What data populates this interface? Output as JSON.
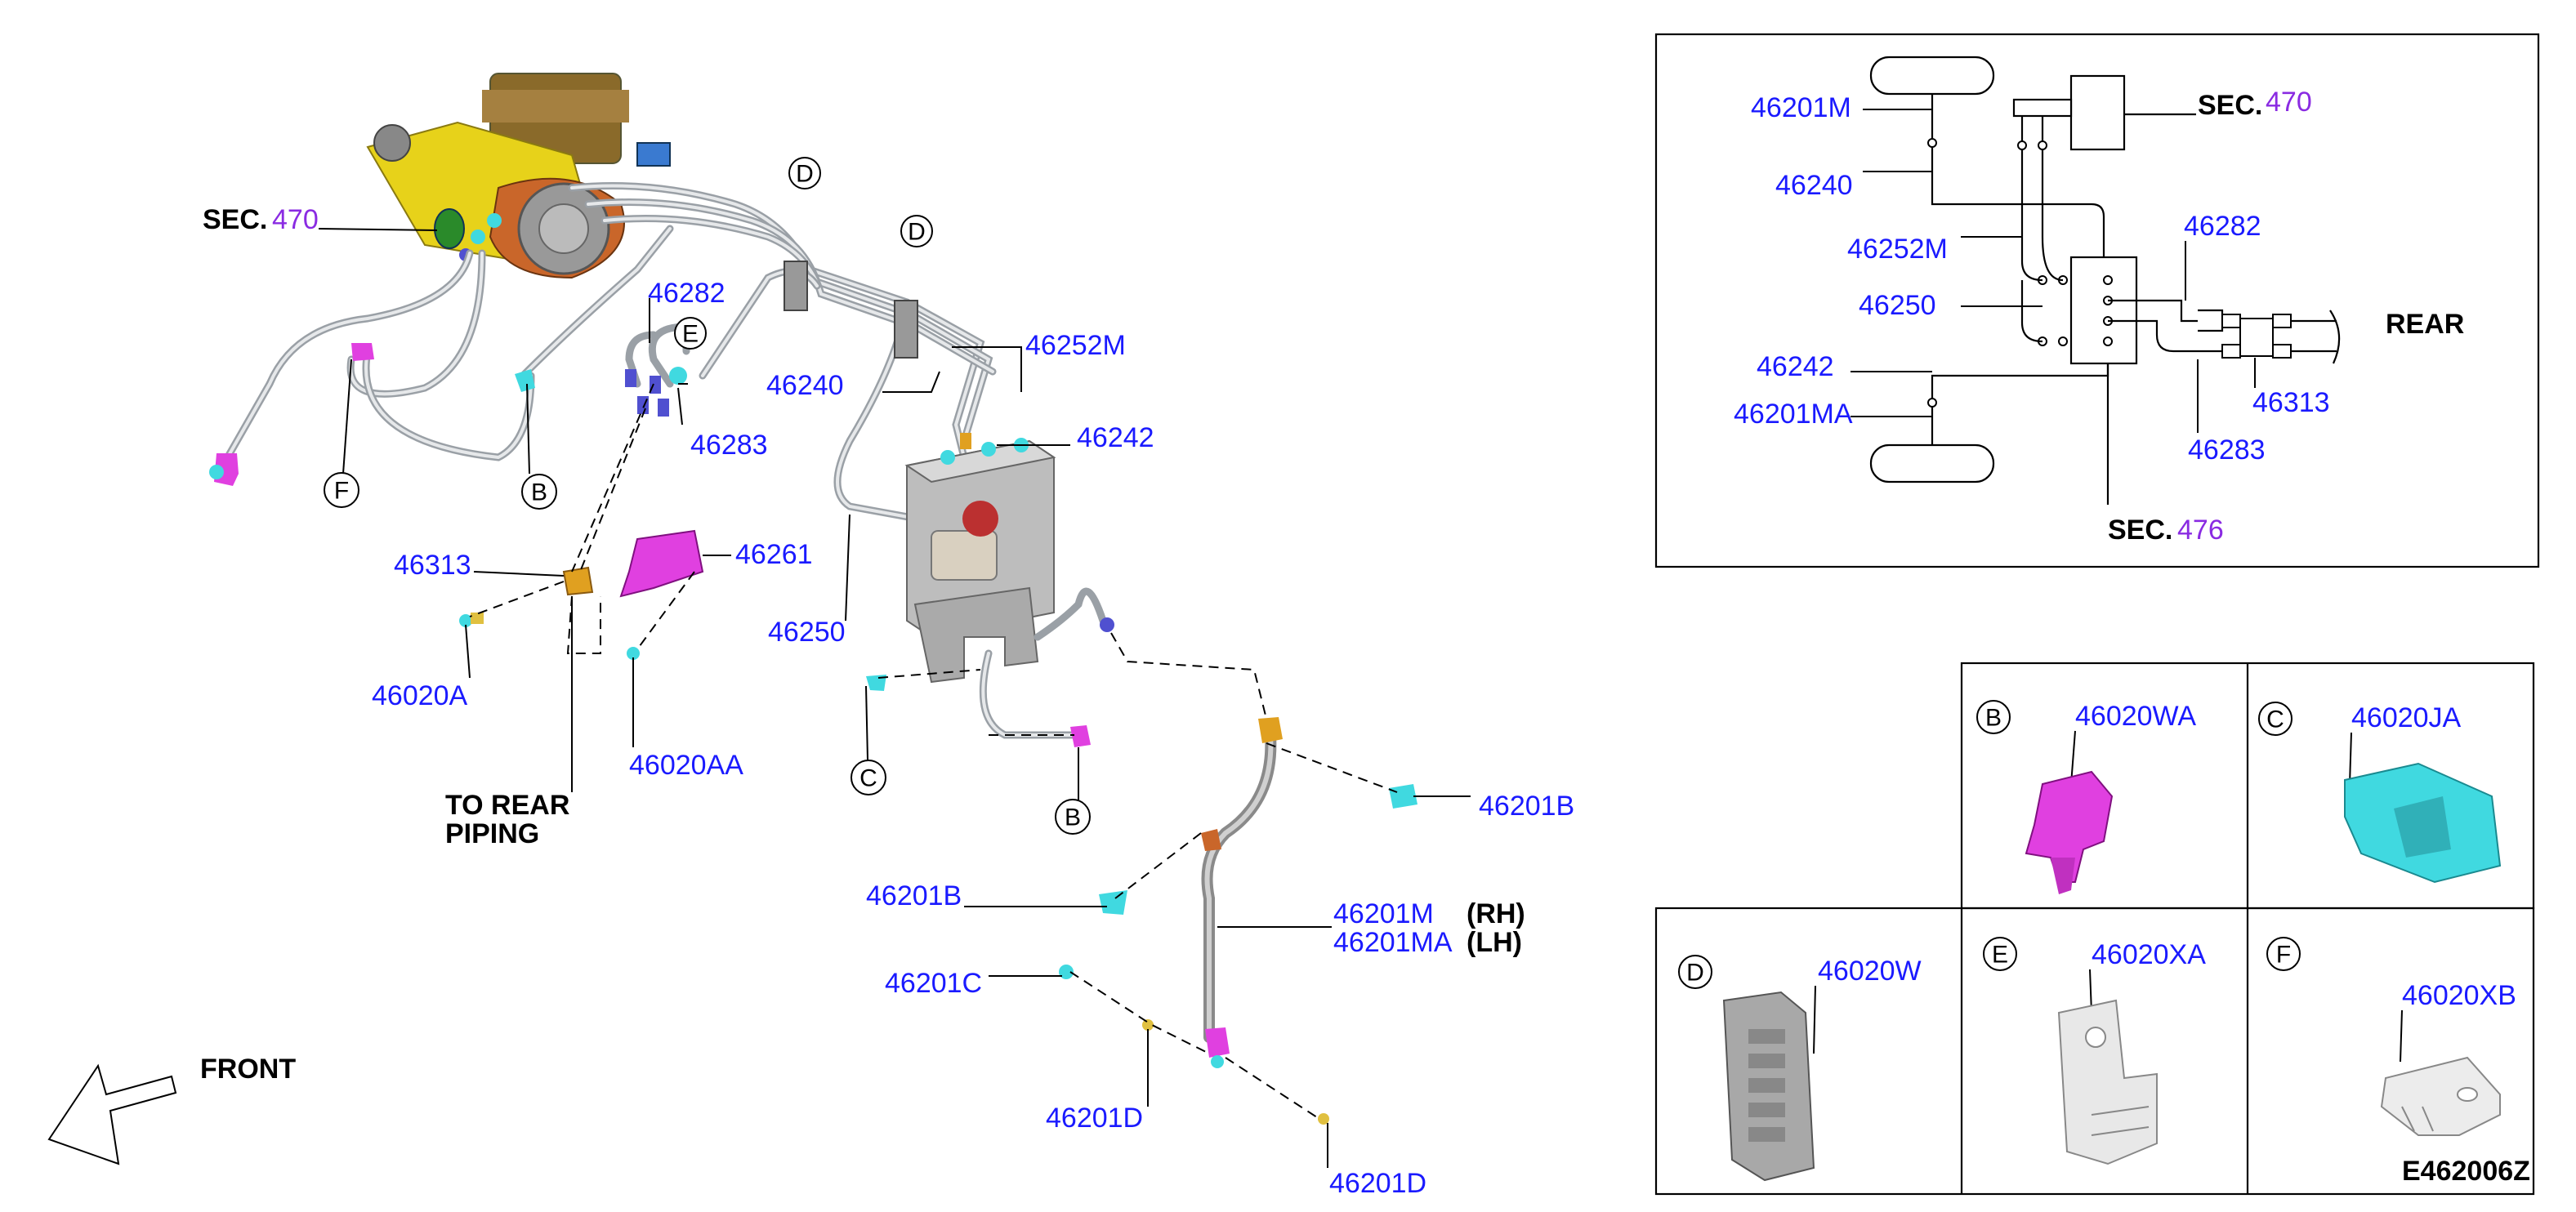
{
  "main": {
    "sec_470": {
      "prefix": "SEC.",
      "num": "470"
    },
    "labels": {
      "l46282": "46282",
      "l46283": "46283",
      "l46240": "46240",
      "l46252M": "46252M",
      "l46242": "46242",
      "l46313": "46313",
      "l46261": "46261",
      "l46250": "46250",
      "l46020A": "46020A",
      "l46020AA": "46020AA",
      "l46201B_right": "46201B",
      "l46201B_left": "46201B",
      "l46201M": "46201M",
      "l46201MA": "46201MA",
      "rh": "(RH)",
      "lh": "(LH)",
      "l46201C": "46201C",
      "l46201D_a": "46201D",
      "l46201D_b": "46201D"
    },
    "to_rear_1": "TO REAR",
    "to_rear_2": "PIPING",
    "front": "FRONT",
    "circles": {
      "D1": "D",
      "D2": "D",
      "E": "E",
      "F": "F",
      "B1": "B",
      "B2": "B",
      "C": "C"
    }
  },
  "schematic": {
    "l46201M": "46201M",
    "l46240": "46240",
    "l46252M": "46252M",
    "l46250": "46250",
    "l46242": "46242",
    "l46201MA": "46201MA",
    "l46282": "46282",
    "l46313": "46313",
    "l46283": "46283",
    "rear": "REAR",
    "sec_470": {
      "prefix": "SEC.",
      "num": "470"
    },
    "sec_476": {
      "prefix": "SEC.",
      "num": "476"
    }
  },
  "detail_grid": {
    "cells": [
      {
        "letter": "B",
        "part": "46020WA"
      },
      {
        "letter": "C",
        "part": "46020JA"
      },
      {
        "letter": "D",
        "part": "46020W"
      },
      {
        "letter": "E",
        "part": "46020XA"
      },
      {
        "letter": "F",
        "part": "46020XB"
      }
    ],
    "figure_code": "E462006Z"
  },
  "colors": {
    "label_blue": "#1a1aff",
    "sec_purple": "#8a2be2",
    "clip_cyan": "#40d9e0",
    "clip_magenta": "#e040e0",
    "fitting_orange": "#e0a020"
  }
}
